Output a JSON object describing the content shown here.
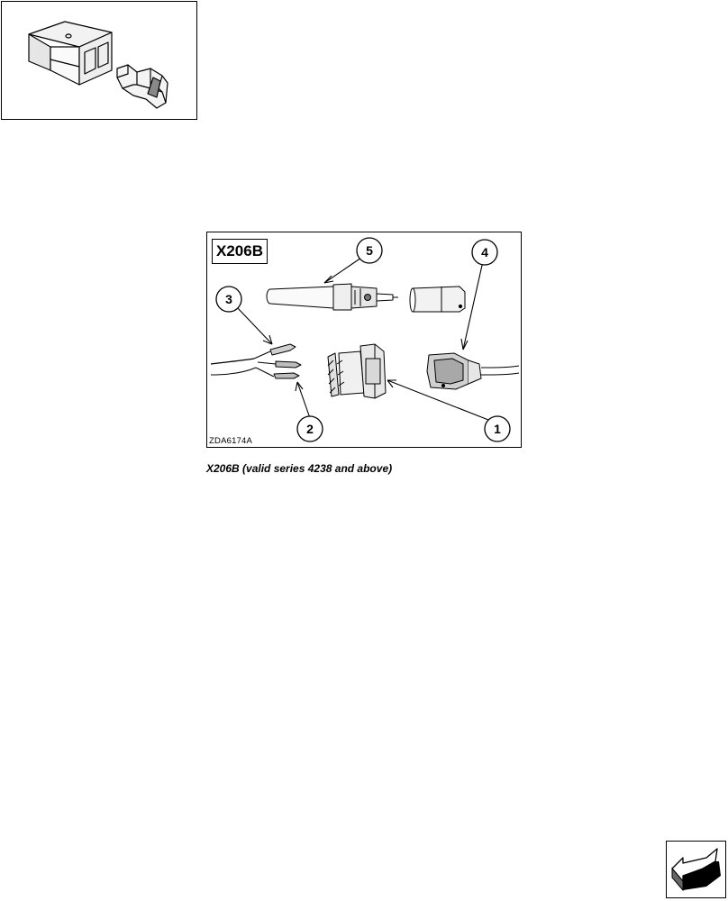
{
  "figure": {
    "label": "X206B",
    "image_code": "ZDA6174A",
    "caption": "X206B (valid series 4238 and above)",
    "callouts": [
      "1",
      "2",
      "3",
      "4",
      "5"
    ]
  },
  "nav": {
    "icon": "arrow-back-icon"
  }
}
